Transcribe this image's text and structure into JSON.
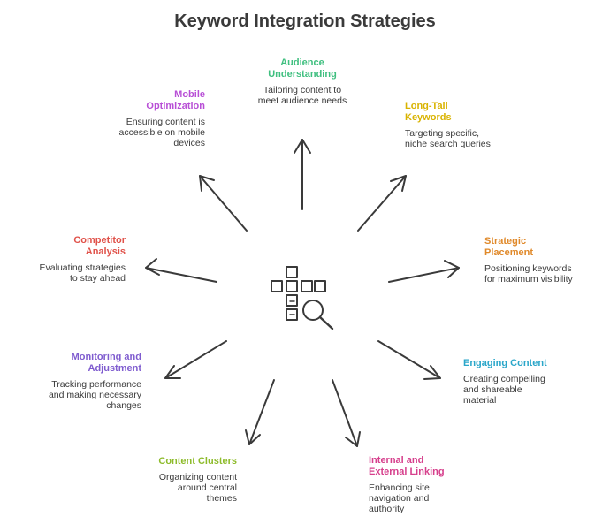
{
  "title": "Keyword Integration Strategies",
  "center_icon": "crossword-magnifier-icon",
  "nodes": [
    {
      "id": "audience",
      "title": "Audience\nUnderstanding",
      "desc": "Tailoring content to\nmeet audience needs",
      "color": "#3fbf7f"
    },
    {
      "id": "longtail",
      "title": "Long-Tail\nKeywords",
      "desc": "Targeting specific,\nniche search queries",
      "color": "#d9b300"
    },
    {
      "id": "strategic",
      "title": "Strategic\nPlacement",
      "desc": "Positioning keywords\nfor maximum visibility",
      "color": "#e0892a"
    },
    {
      "id": "engaging",
      "title": "Engaging Content",
      "desc": "Creating compelling\nand shareable\nmaterial",
      "color": "#2aa6c9"
    },
    {
      "id": "linking",
      "title": "Internal and\nExternal Linking",
      "desc": "Enhancing site\nnavigation and\nauthority",
      "color": "#d63f8c"
    },
    {
      "id": "clusters",
      "title": "Content Clusters",
      "desc": "Organizing content\naround central\nthemes",
      "color": "#8dbb2a"
    },
    {
      "id": "monitoring",
      "title": "Monitoring and\nAdjustment",
      "desc": "Tracking performance\nand making necessary\nchanges",
      "color": "#7f5ccf"
    },
    {
      "id": "competitor",
      "title": "Competitor\nAnalysis",
      "desc": "Evaluating strategies\nto stay ahead",
      "color": "#e0524a"
    },
    {
      "id": "mobile",
      "title": "Mobile\nOptimization",
      "desc": "Ensuring content is\naccessible on mobile\ndevices",
      "color": "#b84fd6"
    }
  ]
}
